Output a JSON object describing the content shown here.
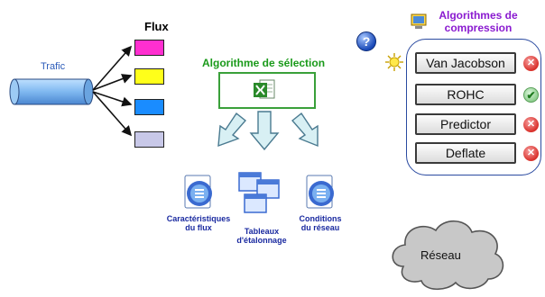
{
  "trafic_label": "Trafic",
  "flux_title": "Flux",
  "flux_colors": [
    "#ff2fd0",
    "#ffff1a",
    "#1a8cff",
    "#c8c8e8"
  ],
  "selection_title": "Algorithme de sélection",
  "compression_title_line1": "Algorithmes de",
  "compression_title_line2": "compression",
  "algorithms": [
    {
      "label": "Van Jacobson",
      "status": "x"
    },
    {
      "label": "ROHC",
      "status": "ok"
    },
    {
      "label": "Predictor",
      "status": "x"
    },
    {
      "label": "Deflate",
      "status": "x"
    }
  ],
  "status_glyphs": {
    "x": "✕",
    "ok": "✔"
  },
  "help_glyph": "?",
  "caracteristiques_line1": "Caractéristiques",
  "caracteristiques_line2": "du flux",
  "tableaux_line1": "Tableaux",
  "tableaux_line2": "d'étalonnage",
  "conditions_line1": "Conditions",
  "conditions_line2": "du réseau",
  "reseau_label": "Réseau",
  "colors": {
    "title_green": "#1a9a1a",
    "title_purple": "#8a1ad0",
    "trafic_blue": "#2a5ab8",
    "frame_blue": "#2a4aa0"
  }
}
